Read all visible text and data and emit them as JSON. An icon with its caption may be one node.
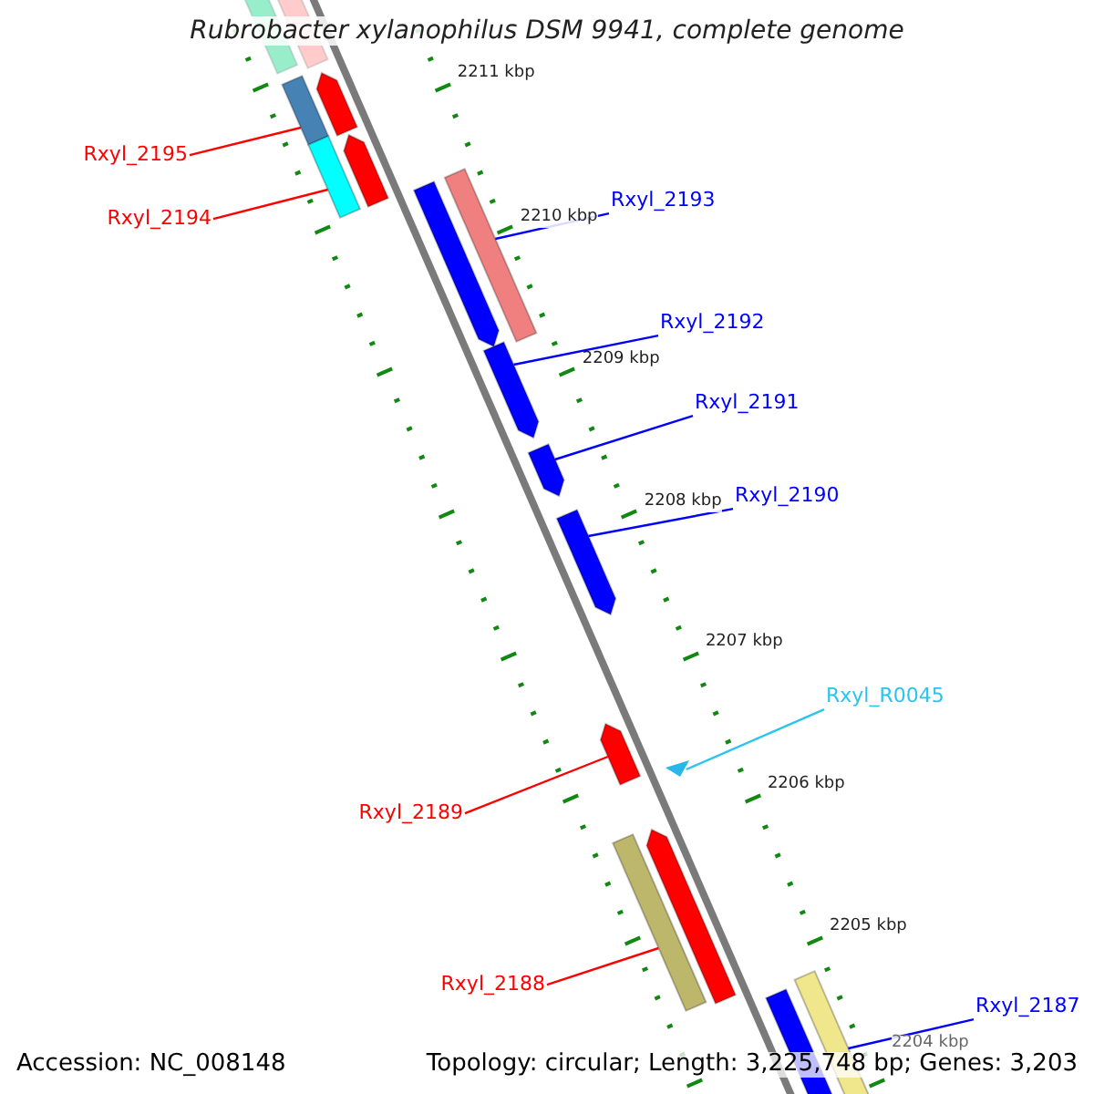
{
  "diagram": {
    "title": "Rubrobacter xylanophilus DSM 9941, complete genome",
    "nodes": [
      {
        "text": [],
        "shape": "bar"
      },
      {
        "text": [],
        "shape": "bar"
      },
      {
        "text": [],
        "shape": "bar"
      },
      {
        "text": [],
        "shape": "bar"
      },
      {
        "text": [
          "Rxyl_2195"
        ]
      },
      {
        "text": [],
        "shape": "bar"
      },
      {
        "text": [],
        "shape": "bar"
      },
      {
        "text": [
          "Rxyl_2194"
        ]
      },
      {
        "text": [],
        "shape": "bar"
      },
      {
        "text": [],
        "shape": "bar"
      },
      {
        "text": [
          "Rxyl_2193"
        ]
      },
      {
        "text": [
          "Rxyl_2192"
        ]
      },
      {
        "text": [],
        "shape": "bar"
      },
      {
        "text": [
          "Rxyl_2191"
        ]
      },
      {
        "text": [],
        "shape": "bar"
      },
      {
        "text": [
          "Rxyl_2190"
        ]
      },
      {
        "text": [],
        "shape": "bar"
      },
      {
        "text": [
          "Rxyl_R0045"
        ]
      },
      {
        "text": [],
        "shape": "bar"
      },
      {
        "text": [],
        "shape": "triangle"
      },
      {
        "text": [
          "Rxyl_2189"
        ]
      },
      {
        "text": [],
        "shape": "bar"
      },
      {
        "text": [],
        "shape": "bar"
      },
      {
        "text": [
          "Rxyl_2188"
        ]
      },
      {
        "text": [],
        "shape": "bar"
      },
      {
        "text": [],
        "shape": "bar"
      },
      {
        "text": [
          "Rxyl_2187"
        ]
      }
    ],
    "edges": [
      {
        "from": 4,
        "to": 3,
        "arrow": "none",
        "color": "#ff0000"
      },
      {
        "from": 7,
        "to": 6,
        "arrow": "none",
        "color": "#ff0000"
      },
      {
        "from": 10,
        "to": 9,
        "arrow": "none"
      },
      {
        "from": 11,
        "to": 12,
        "arrow": "none"
      },
      {
        "from": 13,
        "to": 14,
        "arrow": "none"
      },
      {
        "from": 15,
        "to": 16,
        "arrow": "none"
      },
      {
        "from": 17,
        "to": 19,
        "arrow": "none",
        "color": "#29c4f0"
      },
      {
        "from": 20,
        "to": 18,
        "arrow": "none",
        "color": "#ff0000"
      },
      {
        "from": 23,
        "to": 21,
        "arrow": "none",
        "color": "#ff0000"
      },
      {
        "from": 26,
        "to": 25,
        "arrow": "none"
      }
    ],
    "labels": [
      "2211 kbp",
      "2210 kbp",
      "2209 kbp",
      "2208 kbp",
      "2207 kbp",
      "2206 kbp",
      "2205 kbp",
      "2204 kbp",
      "Accession: NC_008148",
      "Topology: circular; Length: 3,225,748 bp; Genes: 3,203"
    ]
  }
}
